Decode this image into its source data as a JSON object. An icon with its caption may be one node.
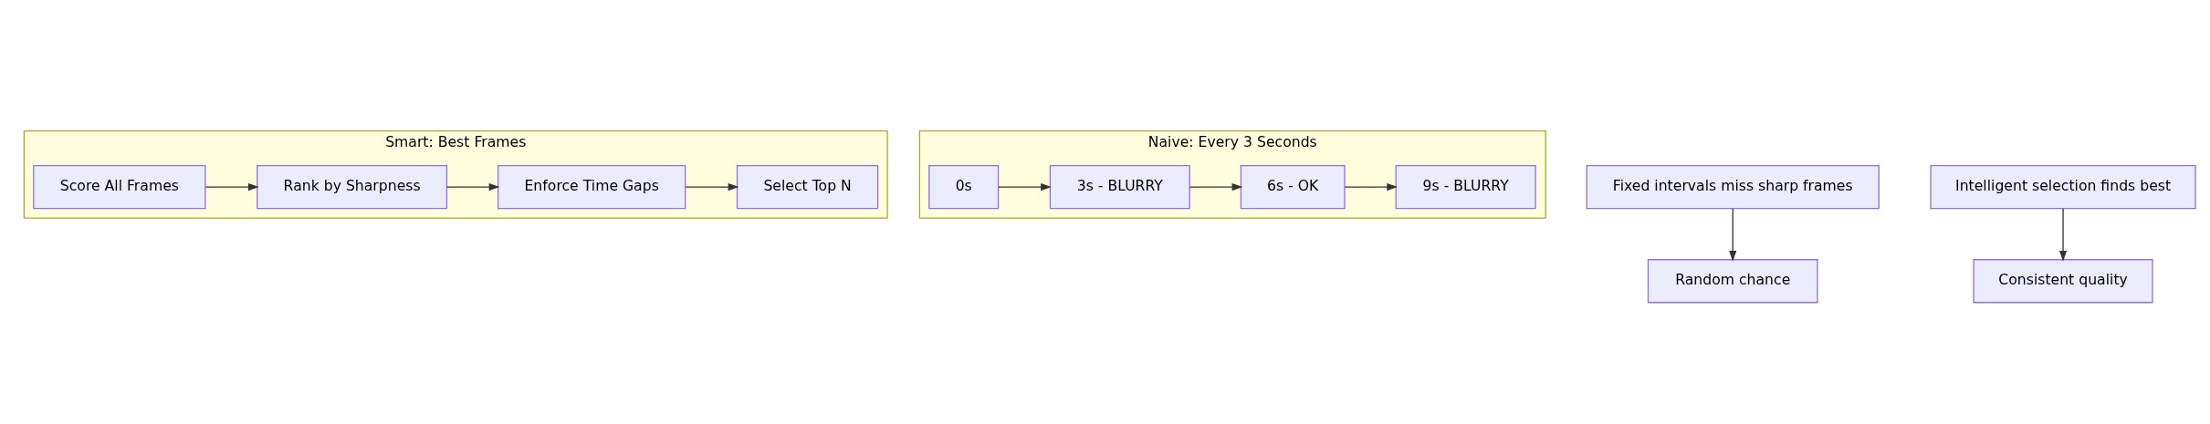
{
  "diagram": {
    "nodes": [
      {
        "text": [
          "Smart: Best Frames"
        ]
      },
      {
        "text": [
          "Score All Frames"
        ],
        "in": 0
      },
      {
        "text": [
          "Rank by Sharpness"
        ],
        "in": 0
      },
      {
        "text": [
          "Enforce Time Gaps"
        ],
        "in": 0
      },
      {
        "text": [
          "Select Top N"
        ],
        "in": 0
      },
      {
        "text": [
          "Naive: Every 3 Seconds"
        ]
      },
      {
        "text": [
          "0s"
        ],
        "in": 5
      },
      {
        "text": [
          "3s - BLURRY"
        ],
        "in": 5
      },
      {
        "text": [
          "6s - OK"
        ],
        "in": 5
      },
      {
        "text": [
          "9s - BLURRY"
        ],
        "in": 5
      },
      {
        "text": [
          "Fixed intervals miss sharp frames"
        ]
      },
      {
        "text": [
          "Random chance"
        ]
      },
      {
        "text": [
          "Intelligent selection finds best"
        ]
      },
      {
        "text": [
          "Consistent quality"
        ]
      }
    ],
    "edges": [
      {
        "from": 1,
        "to": 2,
        "arrow": "to"
      },
      {
        "from": 2,
        "to": 3,
        "arrow": "to"
      },
      {
        "from": 3,
        "to": 4,
        "arrow": "to"
      },
      {
        "from": 6,
        "to": 7,
        "arrow": "to"
      },
      {
        "from": 7,
        "to": 8,
        "arrow": "to"
      },
      {
        "from": 8,
        "to": 9,
        "arrow": "to"
      },
      {
        "from": 10,
        "to": 11,
        "arrow": "to"
      },
      {
        "from": 12,
        "to": 13,
        "arrow": "to"
      }
    ]
  }
}
